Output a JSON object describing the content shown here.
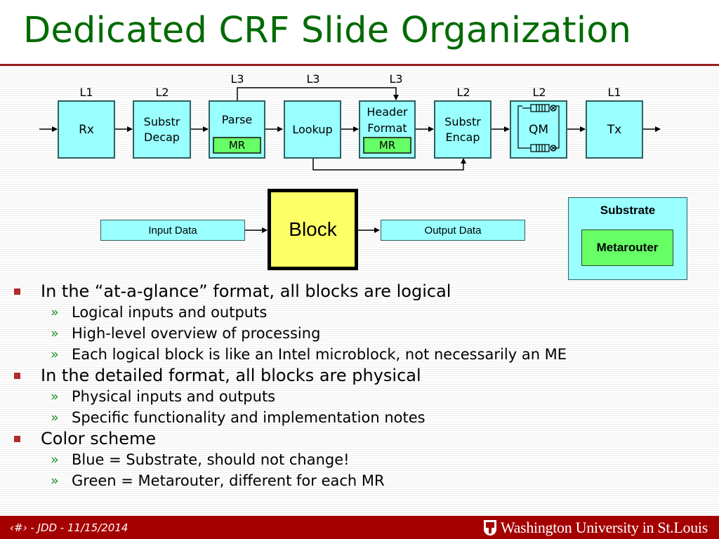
{
  "slide": {
    "title": "Dedicated CRF Slide Organization"
  },
  "pipeline": {
    "rx": "Rx",
    "substr_decap_1": "Substr",
    "substr_decap_2": "Decap",
    "parse": "Parse",
    "parse_mr": "MR",
    "lookup": "Lookup",
    "header_format_1": "Header",
    "header_format_2": "Format",
    "header_format_mr": "MR",
    "substr_encap_1": "Substr",
    "substr_encap_2": "Encap",
    "qm": "QM",
    "tx": "Tx",
    "levels": {
      "rx": "L1",
      "decap": "L2",
      "parse": "L3",
      "lookup": "L3",
      "header_format": "L3",
      "encap": "L2",
      "qm": "L2",
      "tx": "L1"
    }
  },
  "block_example": {
    "input": "Input Data",
    "block": "Block",
    "output": "Output Data"
  },
  "legend": {
    "substrate": "Substrate",
    "metarouter": "Metarouter"
  },
  "bullets": [
    {
      "text": "In the “at-a-glance” format, all blocks are logical",
      "sub": [
        "Logical inputs and outputs",
        "High-level overview of processing",
        "Each logical block is like an Intel microblock, not necessarily an ME"
      ]
    },
    {
      "text": "In the detailed format, all blocks are physical",
      "sub": [
        "Physical inputs and outputs",
        "Specific functionality and implementation notes"
      ]
    },
    {
      "text": "Color scheme",
      "sub": [
        "Blue = Substrate, should not change!",
        "Green = Metarouter, different for each MR"
      ]
    }
  ],
  "footer": {
    "left": "‹#› - JDD - 11/15/2014",
    "logo": "Washington University in St.Louis"
  },
  "colors": {
    "title": "#006a00",
    "substrate_blue": "#99ffff",
    "metarouter_green": "#66ff66",
    "block_yellow": "#ffff66",
    "accent_red": "#a50000"
  }
}
